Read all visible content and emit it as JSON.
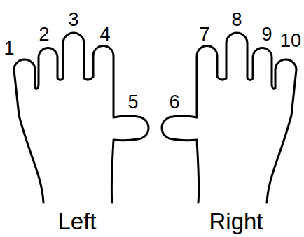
{
  "diagram": {
    "labels": [
      "1",
      "2",
      "3",
      "4",
      "5",
      "6",
      "7",
      "8",
      "9",
      "10",
      "Left",
      "Right"
    ]
  }
}
